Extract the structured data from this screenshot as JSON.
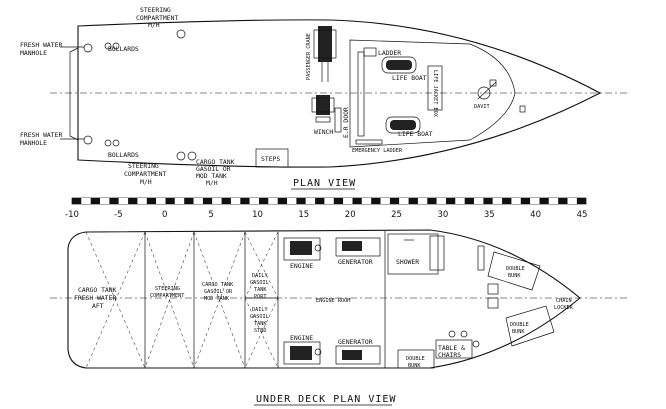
{
  "plan_view": {
    "title": "PLAN VIEW",
    "labels": {
      "fresh_water_manhole_top": [
        "FRESH WATER",
        "MANHOLE"
      ],
      "fresh_water_manhole_bottom": [
        "FRESH WATER",
        "MANHOLE"
      ],
      "steering_top": [
        "STEERING",
        "COMPARTMENT",
        "M/H"
      ],
      "steering_bottom": [
        "STEERING",
        "COMPARTMENT",
        "M/H"
      ],
      "bollards_top": "BOLLARDS",
      "bollards_bottom": "BOLLARDS",
      "cargo_tank": [
        "CARGO TANK",
        "GASOIL OR",
        "MOD TANK",
        "M/H"
      ],
      "steps": "STEPS",
      "passenger_crane": "PASSENGER CRANE",
      "winch": "WINCH",
      "er_door": "E.R DOOR",
      "ladder": "LADDER",
      "life_boat_top": "LIFE BOAT",
      "life_boat_bottom": "LIFE BOAT",
      "life_jacket_box": "LIFE JACKET BOX",
      "emergency_ladder": "EMERGENCY LADDER",
      "davit": "DAVIT"
    }
  },
  "scale": {
    "ticks": [
      "-10",
      "-5",
      "0",
      "5",
      "10",
      "15",
      "20",
      "25",
      "30",
      "35",
      "40",
      "45"
    ]
  },
  "under_deck": {
    "title": "UNDER DECK PLAN VIEW",
    "labels": {
      "cargo_tank_fresh_water": [
        "CARGO TANK",
        "FRESH WATER",
        "AFT"
      ],
      "steering_compartment": [
        "STEERING",
        "COMPARTMENT"
      ],
      "cargo_tank_gasoil": [
        "CARGO TANK",
        "GASOIL OR",
        "MOD TANK"
      ],
      "daily_tank_port": [
        "DAILY",
        "GASOIL",
        "TANK",
        "PORT"
      ],
      "daily_tank_stbd": [
        "DAILY",
        "GASOIL",
        "TANK",
        "STBD"
      ],
      "engine_top": "ENGINE",
      "engine_bottom": "ENGINE",
      "generator_top": "GENERATOR",
      "generator_bottom": "GENERATOR",
      "engine_room": "ENGINE ROOM",
      "shower": "SHOWER",
      "double_bunk_1": [
        "DOUBLE",
        "BUNK"
      ],
      "double_bunk_2": [
        "DOUBLE",
        "BUNK"
      ],
      "double_bunk_3": [
        "DOUBLE",
        "BUNK"
      ],
      "table_chairs": [
        "TABLE &",
        "CHAIRS"
      ],
      "chain_locker": [
        "CHAIN",
        "LOCKER"
      ]
    }
  }
}
